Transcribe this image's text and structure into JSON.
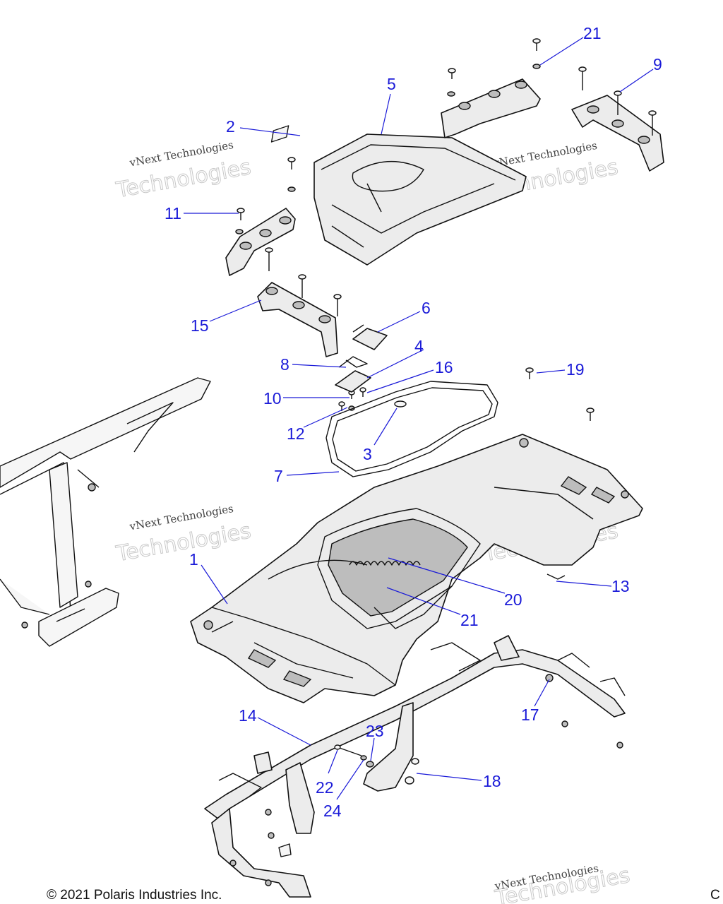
{
  "watermark": {
    "line1": "vNext Technologies",
    "line2": "Technologies"
  },
  "copyright": "© 2021 Polaris Industries Inc.",
  "code_fragment": "C",
  "callouts": [
    {
      "id": "c21a",
      "label": "21"
    },
    {
      "id": "c9",
      "label": "9"
    },
    {
      "id": "c5",
      "label": "5"
    },
    {
      "id": "c2",
      "label": "2"
    },
    {
      "id": "c11",
      "label": "11"
    },
    {
      "id": "c15",
      "label": "15"
    },
    {
      "id": "c6",
      "label": "6"
    },
    {
      "id": "c4",
      "label": "4"
    },
    {
      "id": "c8",
      "label": "8"
    },
    {
      "id": "c16",
      "label": "16"
    },
    {
      "id": "c10",
      "label": "10"
    },
    {
      "id": "c19",
      "label": "19"
    },
    {
      "id": "c12",
      "label": "12"
    },
    {
      "id": "c3",
      "label": "3"
    },
    {
      "id": "c7",
      "label": "7"
    },
    {
      "id": "c1",
      "label": "1"
    },
    {
      "id": "c20",
      "label": "20"
    },
    {
      "id": "c21b",
      "label": "21"
    },
    {
      "id": "c13",
      "label": "13"
    },
    {
      "id": "c14",
      "label": "14"
    },
    {
      "id": "c17",
      "label": "17"
    },
    {
      "id": "c23",
      "label": "23"
    },
    {
      "id": "c22",
      "label": "22"
    },
    {
      "id": "c24",
      "label": "24"
    },
    {
      "id": "c18",
      "label": "18"
    }
  ]
}
